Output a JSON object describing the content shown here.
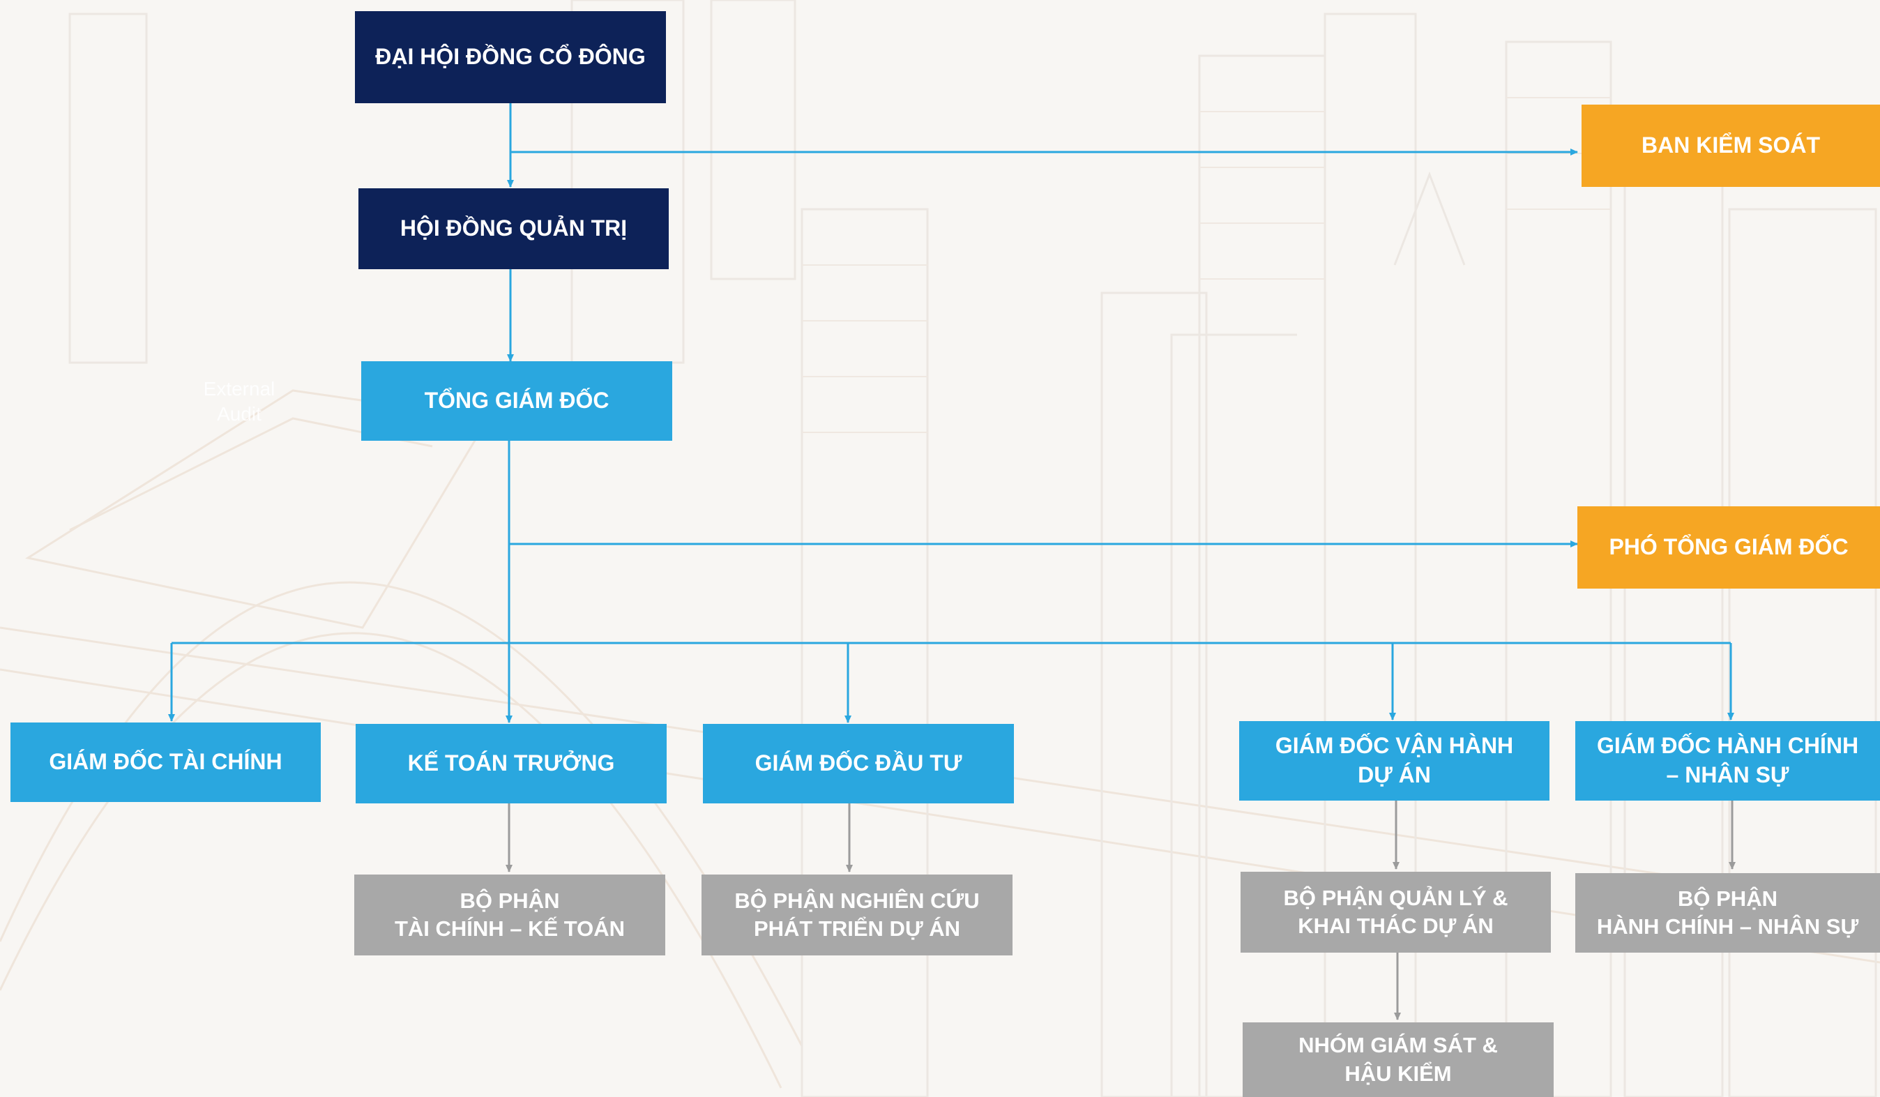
{
  "colors": {
    "background": "#f8f6f3",
    "navy": "#0d2258",
    "blue": "#2aa7df",
    "orange": "#f6a623",
    "gray": "#a8a8a8",
    "connector_blue": "#2aa7df",
    "connector_gray": "#9b9b9b"
  },
  "watermark": "External\nAudit",
  "nodes": {
    "shareholders": "ĐẠI HỘI ĐỒNG CỔ ĐÔNG",
    "board": "HỘI ĐỒNG QUẢN TRỊ",
    "ceo": "TỔNG GIÁM ĐỐC",
    "supervisory": "BAN KIỂM SOÁT",
    "deputy_ceo": "PHÓ TỔNG GIÁM ĐỐC",
    "cfo": "GIÁM ĐỐC TÀI CHÍNH",
    "chief_accountant": "KẾ TOÁN TRƯỞNG",
    "investment_director": "GIÁM ĐỐC ĐẦU TƯ",
    "operations_director": "GIÁM ĐỐC VẬN HÀNH\nDỰ ÁN",
    "hr_director": "GIÁM ĐỐC HÀNH CHÍNH\n– NHÂN SỰ",
    "finance_dept": "BỘ PHẬN\nTÀI CHÍNH – KẾ TOÁN",
    "rnd_dept": "BỘ PHẬN NGHIÊN CỨU\nPHÁT TRIỂN DỰ ÁN",
    "project_mgmt_dept": "BỘ PHẬN QUẢN LÝ &\nKHAI THÁC DỰ ÁN",
    "admin_hr_dept": "BỘ PHẬN\nHÀNH CHÍNH – NHÂN SỰ",
    "audit_group": "NHÓM GIÁM SÁT &\nHẬU KIỂM"
  }
}
